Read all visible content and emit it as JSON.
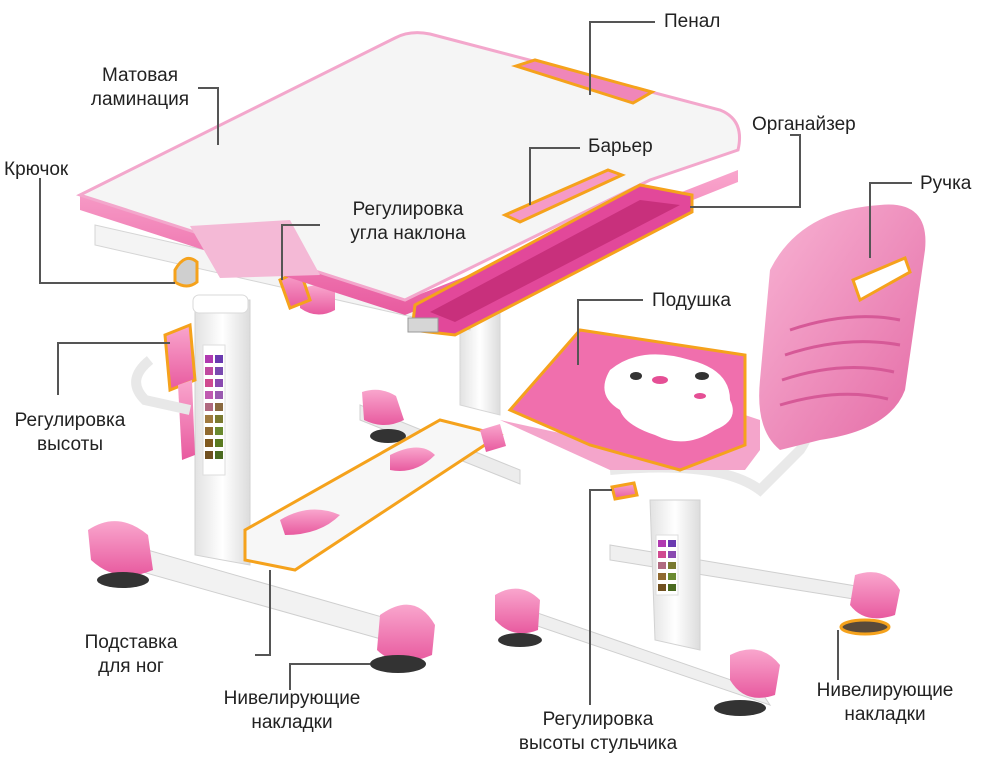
{
  "colors": {
    "pink": "#f07ab4",
    "pink_light": "#f9c4dd",
    "pink_dark": "#d9418c",
    "highlight": "#f5a21c",
    "frame": "#f1f1f1",
    "leader": "#555555",
    "text": "#222222"
  },
  "labels": {
    "penal": "Пенал",
    "lamination_1": "Матовая",
    "lamination_2": "ламинация",
    "hook": "Крючок",
    "barrier": "Барьер",
    "organizer": "Органайзер",
    "tilt_1": "Регулировка",
    "tilt_2": "угла наклона",
    "handle": "Ручка",
    "cushion": "Подушка",
    "height_1": "Регулировка",
    "height_2": "высоты",
    "footrest_1": "Подставка",
    "footrest_2": "для ног",
    "pads_left_1": "Нивелирующие",
    "pads_left_2": "накладки",
    "chair_height_1": "Регулировка",
    "chair_height_2": "высоты стульчика",
    "pads_right_1": "Нивелирующие",
    "pads_right_2": "накладки"
  }
}
